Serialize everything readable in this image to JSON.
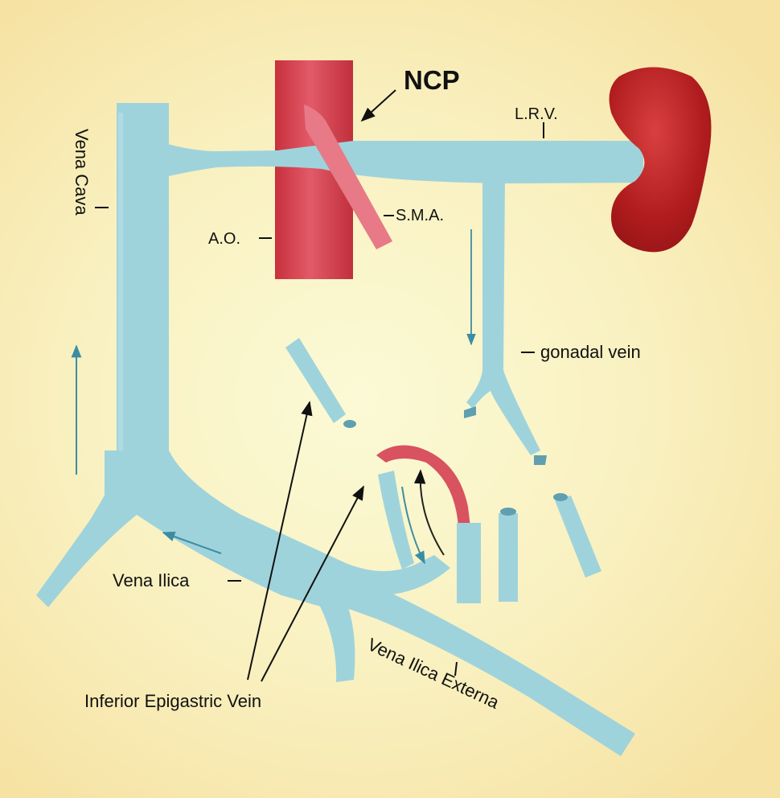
{
  "labels": {
    "ncp": "NCP",
    "lrv": "L.R.V.",
    "vena_cava": "Vena Cava",
    "ao": "A.O.",
    "sma": "S.M.A.",
    "gonadal_vein": "gonadal vein",
    "vena_ilica": "Vena Ilica",
    "vena_ilica_externa": "Vena Ilica Externa",
    "inferior_epigastric_vein": "Inferior Epigastric Vein"
  },
  "colors": {
    "vein": "#9fd3dc",
    "vein_shade": "#6fb2c1",
    "artery": "#d44150",
    "artery_light": "#e77a86",
    "kidney": "#b11d1e",
    "flow_arrow": "#3c8da3",
    "pointer": "#111111"
  }
}
